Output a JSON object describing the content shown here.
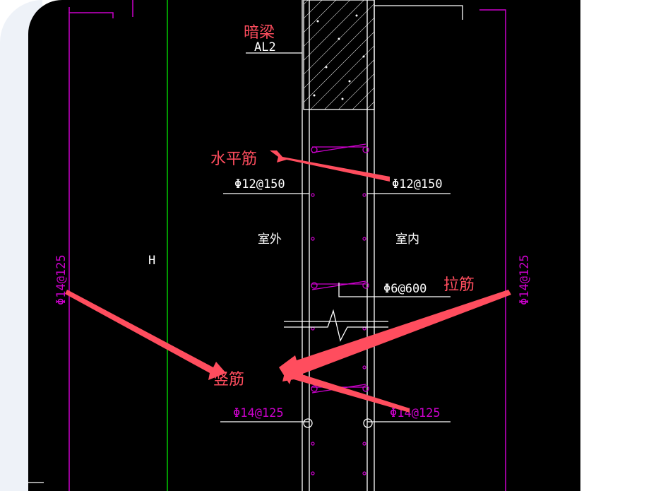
{
  "colors": {
    "background": "#000000",
    "frame": "#eef2f8",
    "wall_lines": "#ffffff",
    "magenta_rebar": "#cc00cc",
    "green_line": "#00cc00",
    "annotation": "#ff4d5e"
  },
  "annotations": {
    "dark_beam": "暗梁",
    "horizontal_bar": "水平筋",
    "tie_bar": "拉筋",
    "vertical_bar": "竖筋"
  },
  "labels": {
    "beam_code": "AL2",
    "horiz_left": "Φ12@150",
    "horiz_right": "Φ12@150",
    "outdoor": "室外",
    "indoor": "室内",
    "tie": "Φ6@600",
    "height_mark": "H",
    "vert_left_rotated": "Φ14@125",
    "vert_right_rotated": "Φ14@125",
    "vert_bottom_left": "Φ14@125",
    "vert_bottom_right": "Φ14@125"
  }
}
